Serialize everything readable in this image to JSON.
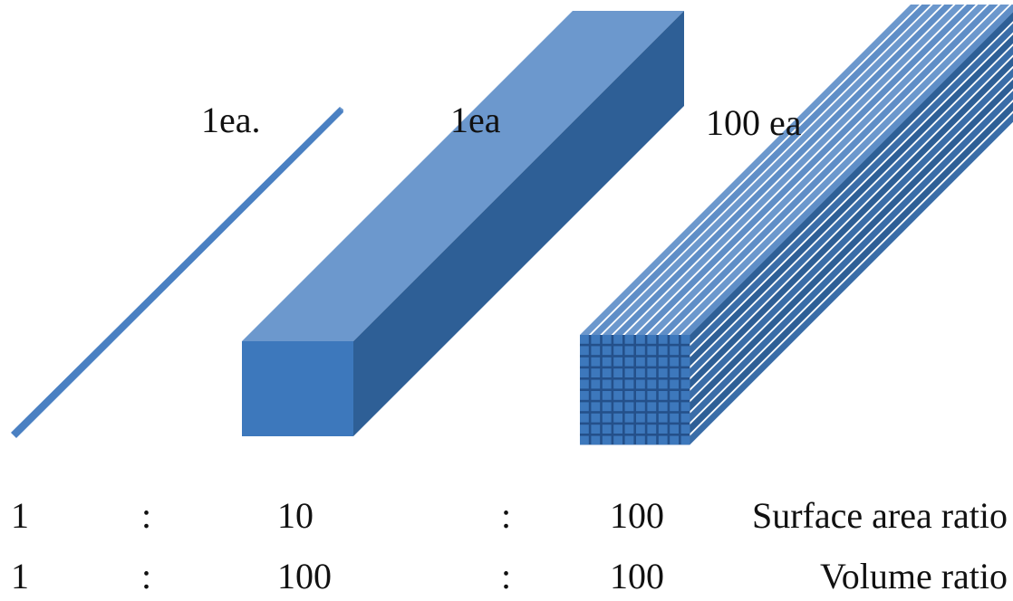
{
  "labels": {
    "thin_rod_count": "1ea.",
    "thick_bar_count": "1ea",
    "bundle_count": "100 ea"
  },
  "ratios": [
    {
      "name": "Surface area ratio",
      "thin_rod": "1",
      "sep1": ":",
      "thick_bar": "10",
      "sep2": ":",
      "bundle": "100"
    },
    {
      "name": "Volume ratio",
      "thin_rod": "1",
      "sep1": ":",
      "thick_bar": "100",
      "sep2": ":",
      "bundle": "100"
    }
  ],
  "colors": {
    "front_face": "#3d78bc",
    "top_face": "#6c98cd",
    "side_face": "#2e5f96",
    "rod": "#4a80c2"
  }
}
